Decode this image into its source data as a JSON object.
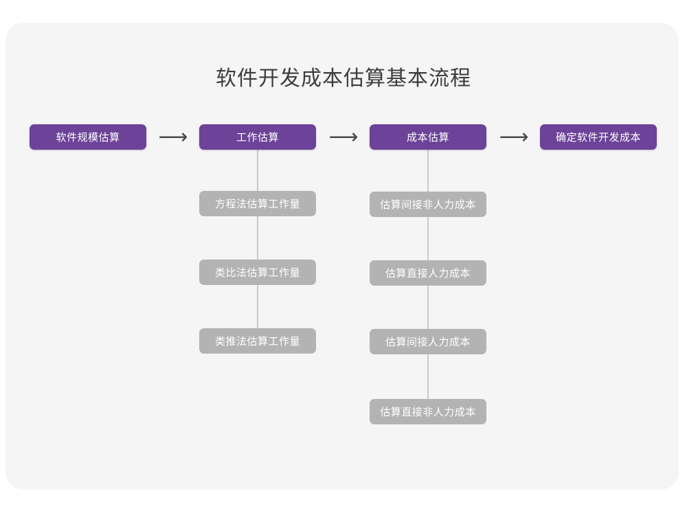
{
  "diagram": {
    "title": "软件开发成本估算基本流程",
    "colors": {
      "page_background": "#ffffff",
      "card_background": "#f5f5f5",
      "primary_node": "#6c4398",
      "secondary_node": "#b3b3b3",
      "connector_line": "#c9c9c9",
      "title_text": "#3c3c3c",
      "node_text": "#ffffff"
    },
    "arrows": [
      {
        "glyph": "⟶",
        "name": "arrow-stage-1-to-2"
      },
      {
        "glyph": "⟶",
        "name": "arrow-stage-2-to-3"
      },
      {
        "glyph": "⟶",
        "name": "arrow-stage-3-to-4"
      }
    ],
    "stages": [
      {
        "id": "stage-1",
        "label": "软件规模估算",
        "substeps": []
      },
      {
        "id": "stage-2",
        "label": "工作估算",
        "substeps": [
          {
            "label": "方程法估算工作量"
          },
          {
            "label": "类比法估算工作量"
          },
          {
            "label": "类推法估算工作量"
          }
        ]
      },
      {
        "id": "stage-3",
        "label": "成本估算",
        "substeps": [
          {
            "label": "估算间接非人力成本"
          },
          {
            "label": "估算直接人力成本"
          },
          {
            "label": "估算间接人力成本"
          },
          {
            "label": "估算直接非人力成本"
          }
        ]
      },
      {
        "id": "stage-4",
        "label": "确定软件开发成本",
        "substeps": []
      }
    ]
  }
}
